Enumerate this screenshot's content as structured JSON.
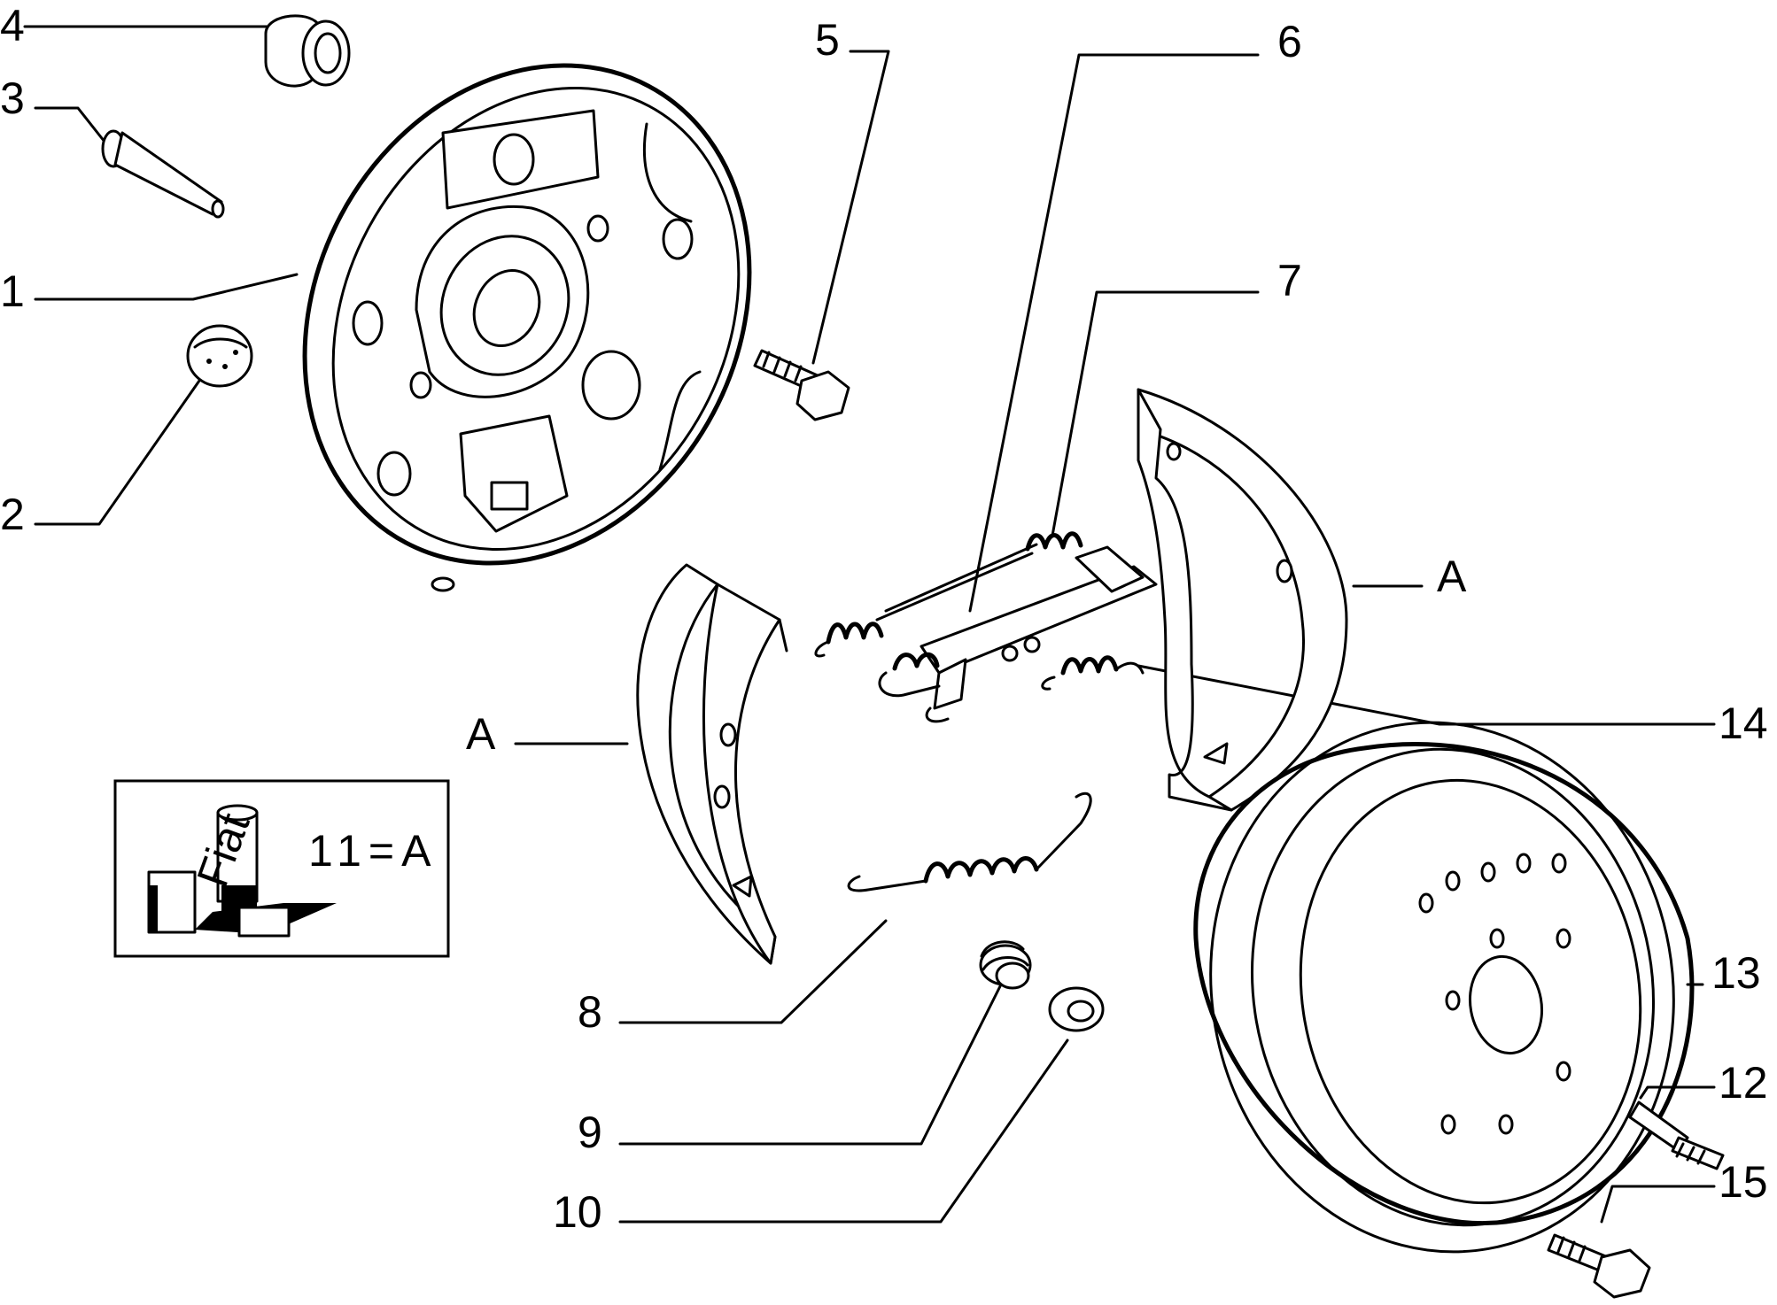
{
  "labels": {
    "p1": "1",
    "p2": "2",
    "p3": "3",
    "p4": "4",
    "p5": "5",
    "p6": "6",
    "p7": "7",
    "p8": "8",
    "p9": "9",
    "p10": "10",
    "p12": "12",
    "p13": "13",
    "p14": "14",
    "p15": "15",
    "shoe_left": "A",
    "shoe_right": "A"
  },
  "inset": {
    "equation": "11=A",
    "brand_text": "Fiat"
  }
}
